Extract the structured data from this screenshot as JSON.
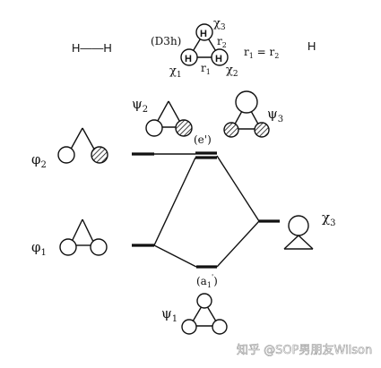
{
  "labels": {
    "h2_left": "H——H",
    "h_right": "H",
    "sym": "(D3h)",
    "h_atom": "H",
    "chi1": "χ",
    "chi1_sub": "1",
    "chi2": "χ",
    "chi2_sub": "2",
    "chi3": "χ",
    "chi3_sub": "3",
    "r1": "r",
    "r1_sub": "1",
    "r2": "r",
    "r2_sub": "2",
    "r_eq": "r",
    "r_eq_sub1": "1",
    "r_eq_mid": " = r",
    "r_eq_sub2": "2",
    "psi2": "ψ",
    "psi2_sub": "2",
    "psi3": "ψ",
    "psi3_sub": "3",
    "psi1": "ψ",
    "psi1_sub": "1",
    "phi2": "φ",
    "phi2_sub": "2",
    "phi1": "φ",
    "phi1_sub": "1",
    "chi3_right": "χ",
    "chi3_right_sub": "3",
    "e_prime": "(e')",
    "a1_prime": "(a",
    "a1_sub": "1",
    "a1_sup": "'",
    "a1_close": ")",
    "watermark": "知乎 @SOP男朋友Wilson"
  },
  "colors": {
    "line": "#111111",
    "background": "#ffffff"
  }
}
